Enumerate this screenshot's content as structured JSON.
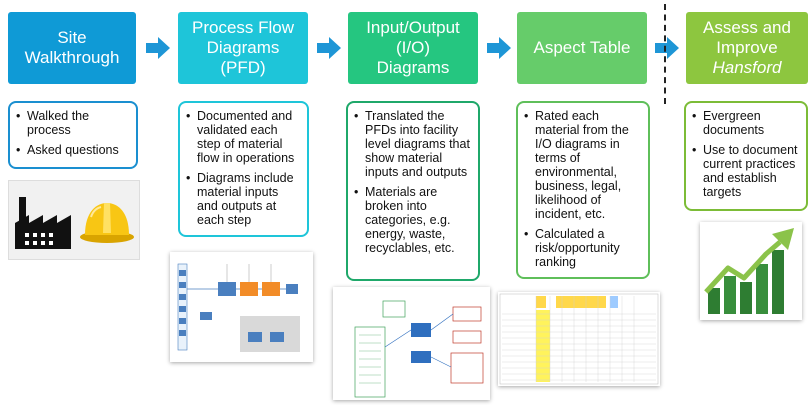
{
  "steps": [
    {
      "title": "Site Walkthrough",
      "lines": [
        "Site",
        "Walkthrough"
      ],
      "color": "#0f9ad6"
    },
    {
      "title": "Process Flow Diagrams (PFD)",
      "lines": [
        "Process Flow",
        "Diagrams",
        "(PFD)"
      ],
      "color": "#1ec5d9"
    },
    {
      "title": "Input/Output (I/O) Diagrams",
      "lines": [
        "Input/Output",
        "(I/O)",
        "Diagrams"
      ],
      "color": "#25c680"
    },
    {
      "title": "Aspect Table",
      "lines": [
        "Aspect Table"
      ],
      "color": "#66cc6a"
    },
    {
      "title": "Assess and Improve (Hansford)",
      "lines": [
        "Assess and",
        "Improve"
      ],
      "italic_line": "Hansford",
      "color": "#8dc63f"
    }
  ],
  "cards": [
    {
      "border": "#1a8fd0",
      "bullets": [
        "Walked the process",
        "Asked questions"
      ]
    },
    {
      "border": "#1ec5d9",
      "bullets": [
        "Documented and validated each step of material flow in operations",
        "Diagrams include material inputs and outputs at each step"
      ]
    },
    {
      "border": "#1fa86a",
      "bullets": [
        "Translated the PFDs into facility level diagrams that show material inputs and outputs",
        "Materials are broken into categories, e.g. energy, waste, recyclables, etc."
      ]
    },
    {
      "border": "#5fbf5a",
      "bullets": [
        "Rated each material from the I/O diagrams in terms of environmental, business, legal, likelihood of incident, etc.",
        "Calculated a risk/opportunity ranking"
      ]
    },
    {
      "border": "#7cbc37",
      "bullets": [
        "Evergreen documents",
        "Use to document current practices and establish targets"
      ]
    }
  ],
  "colors": {
    "arrow": "#1e96d6",
    "divider": "#222222"
  },
  "icons": [
    "factory-icon",
    "hard-hat-icon",
    "growth-chart-icon"
  ]
}
